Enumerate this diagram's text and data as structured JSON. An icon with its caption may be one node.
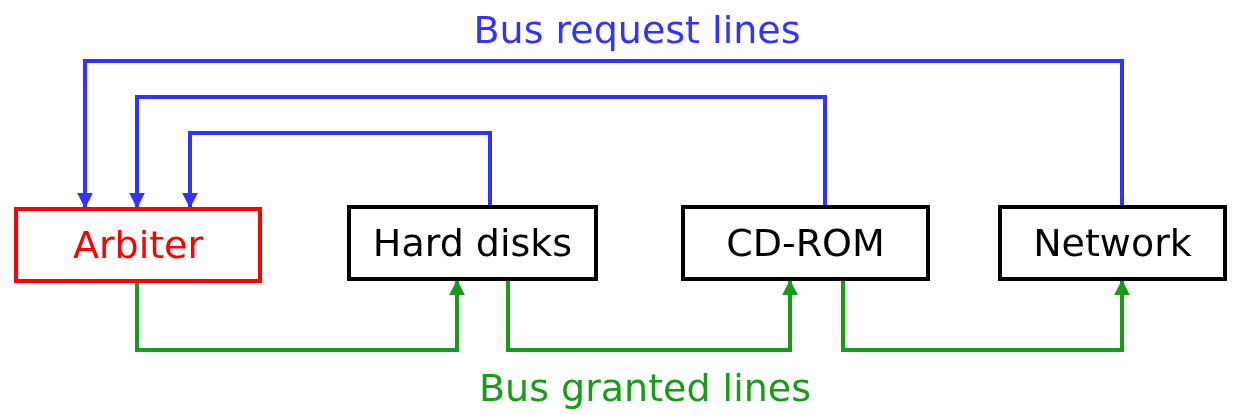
{
  "diagram": {
    "nodes": [
      {
        "text": [
          "Arbiter"
        ]
      },
      {
        "text": [
          "Hard disks"
        ]
      },
      {
        "text": [
          "CD-ROM"
        ]
      },
      {
        "text": [
          "Network"
        ]
      }
    ],
    "edges": [
      {
        "from": 1,
        "to": 0,
        "arrow": "to",
        "color": "#3333ff"
      },
      {
        "from": 2,
        "to": 0,
        "arrow": "to",
        "color": "#3333ff"
      },
      {
        "from": 3,
        "to": 0,
        "arrow": "to",
        "color": "#3333ff"
      },
      {
        "from": 0,
        "to": 1,
        "arrow": "to",
        "color": "#169c16"
      },
      {
        "from": 1,
        "to": 2,
        "arrow": "to",
        "color": "#169c16"
      },
      {
        "from": 2,
        "to": 3,
        "arrow": "to",
        "color": "#169c16"
      }
    ],
    "labels": [
      "Bus request lines",
      "Bus granted lines"
    ]
  }
}
